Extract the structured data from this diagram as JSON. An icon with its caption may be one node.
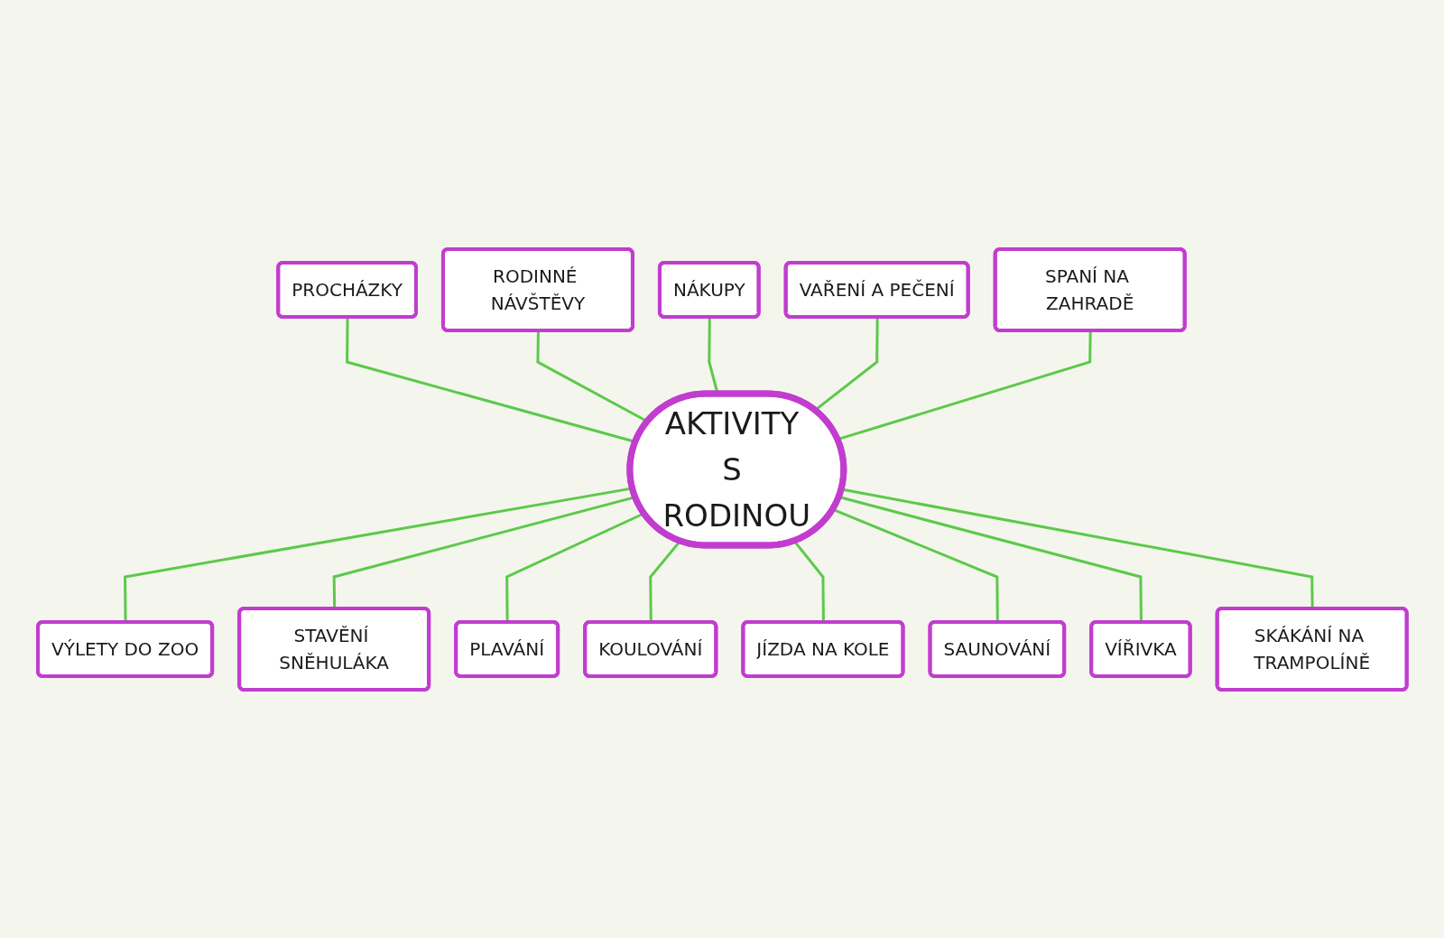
{
  "diagram": {
    "nodes": [
      {
        "text": [
          "AKTIVITY S RODINOU"
        ]
      },
      {
        "text": [
          "PROCHÁZKY"
        ]
      },
      {
        "text": [
          "RODINNÉ NÁVŠTĚVY"
        ]
      },
      {
        "text": [
          "NÁKUPY"
        ]
      },
      {
        "text": [
          "VAŘENÍ A PEČENÍ"
        ]
      },
      {
        "text": [
          "SPANÍ NA ZAHRADĚ"
        ]
      },
      {
        "text": [
          "VÝLETY DO ZOO"
        ]
      },
      {
        "text": [
          "STAVĚNÍ SNĚHULÁKA"
        ]
      },
      {
        "text": [
          "PLAVÁNÍ"
        ]
      },
      {
        "text": [
          "KOULOVÁNÍ"
        ]
      },
      {
        "text": [
          "JÍZDA NA KOLE"
        ]
      },
      {
        "text": [
          "SAUNOVÁNÍ"
        ]
      },
      {
        "text": [
          "VÍŘIVKA"
        ]
      },
      {
        "text": [
          "SKÁKÁNÍ NA TRAMPOLÍNĚ"
        ]
      }
    ],
    "edges": [
      {
        "from": 1,
        "to": 0,
        "arrow": "none"
      },
      {
        "from": 2,
        "to": 0,
        "arrow": "none"
      },
      {
        "from": 3,
        "to": 0,
        "arrow": "none"
      },
      {
        "from": 4,
        "to": 0,
        "arrow": "none"
      },
      {
        "from": 5,
        "to": 0,
        "arrow": "none"
      },
      {
        "from": 0,
        "to": 6,
        "arrow": "none"
      },
      {
        "from": 0,
        "to": 7,
        "arrow": "none"
      },
      {
        "from": 0,
        "to": 8,
        "arrow": "none"
      },
      {
        "from": 0,
        "to": 9,
        "arrow": "none"
      },
      {
        "from": 0,
        "to": 10,
        "arrow": "none"
      },
      {
        "from": 0,
        "to": 11,
        "arrow": "none"
      },
      {
        "from": 0,
        "to": 12,
        "arrow": "none"
      },
      {
        "from": 0,
        "to": 13,
        "arrow": "none"
      }
    ]
  }
}
